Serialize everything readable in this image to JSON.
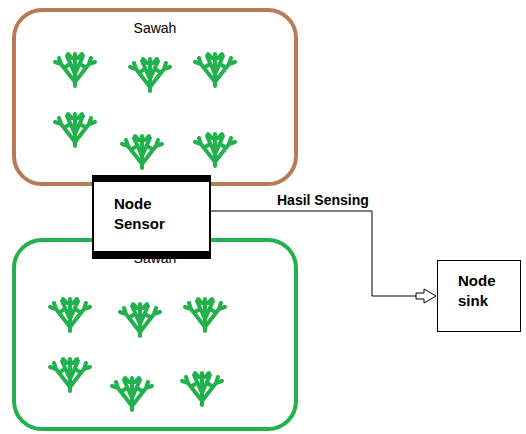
{
  "diagram": {
    "nodes": [
      {
        "text": [
          "Sawah"
        ]
      },
      {
        "text": [
          "Sawah"
        ]
      },
      {
        "text": [
          "Node Sensor"
        ]
      },
      {
        "text": [
          "Node sink"
        ]
      }
    ],
    "edges": [
      {
        "from": 2,
        "to": 3,
        "label": "Hasil Sensing",
        "arrow": "to"
      }
    ]
  }
}
